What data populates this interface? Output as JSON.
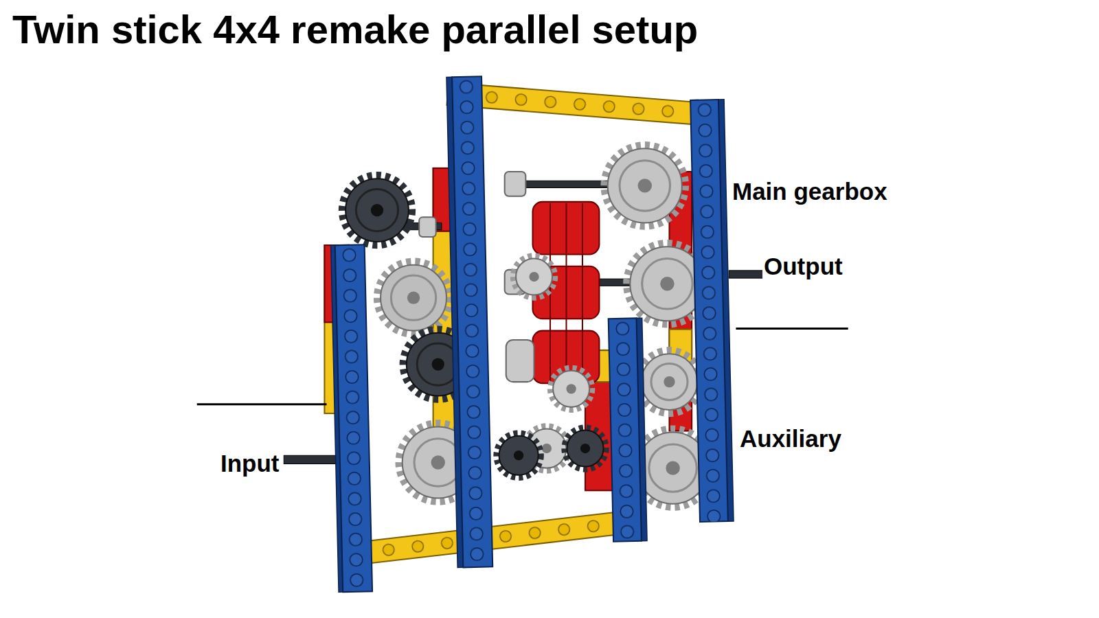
{
  "diagram": {
    "title": "Twin stick 4x4 remake parallel setup",
    "labels": [
      "Main gearbox",
      "Output",
      "Auxiliary",
      "Input"
    ]
  }
}
